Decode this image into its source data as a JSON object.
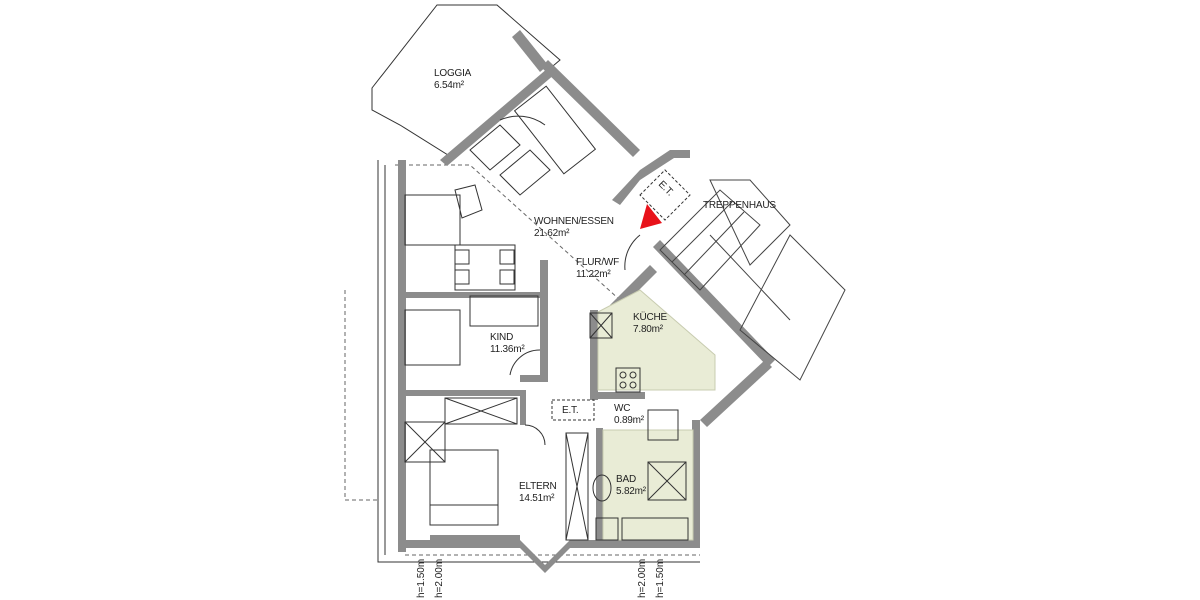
{
  "plan": {
    "rooms": [
      {
        "name": "LOGGIA",
        "area": "6.54m²"
      },
      {
        "name": "WOHNEN/ESSEN",
        "area": "21.62m²"
      },
      {
        "name": "FLUR/WF",
        "area": "11.22m²"
      },
      {
        "name": "KÜCHE",
        "area": "7.80m²"
      },
      {
        "name": "KIND",
        "area": "11.36m²"
      },
      {
        "name": "WC",
        "area": "0.89m²"
      },
      {
        "name": "BAD",
        "area": "5.82m²"
      },
      {
        "name": "ELTERN",
        "area": "14.51m²"
      }
    ],
    "stair_label": "TREPPENHAUS",
    "et_labels": [
      "E.T.",
      "E.T."
    ],
    "heights": [
      "h=1.50m",
      "h=2.00m",
      "h=2.00m",
      "h=1.50m"
    ],
    "colors": {
      "wall": "#8c8c8c",
      "line": "#333333",
      "tile": "#e9ecd6",
      "entrance_marker": "#e8121a"
    }
  }
}
